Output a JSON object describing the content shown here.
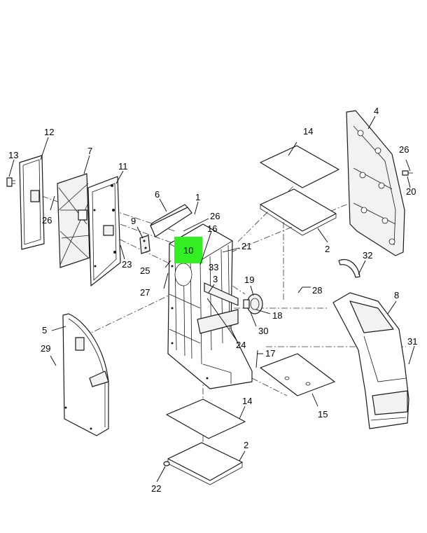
{
  "highlight_color": "#33ee22",
  "highlighted_callout": "10",
  "callouts": {
    "c1": "1",
    "c2a": "2",
    "c2b": "2",
    "c3": "3",
    "c4": "4",
    "c5": "5",
    "c6": "6",
    "c7": "7",
    "c8": "8",
    "c9": "9",
    "c10": "10",
    "c11": "11",
    "c12": "12",
    "c13": "13",
    "c14a": "14",
    "c14b": "14",
    "c15": "15",
    "c16": "16",
    "c17": "17",
    "c18": "18",
    "c19": "19",
    "c20": "20",
    "c21": "21",
    "c22": "22",
    "c23": "23",
    "c24": "24",
    "c25": "25",
    "c26a": "26",
    "c26b": "26",
    "c26c": "26",
    "c27": "27",
    "c28": "28",
    "c29": "29",
    "c30": "30",
    "c31": "31",
    "c32": "32",
    "c33": "33"
  }
}
